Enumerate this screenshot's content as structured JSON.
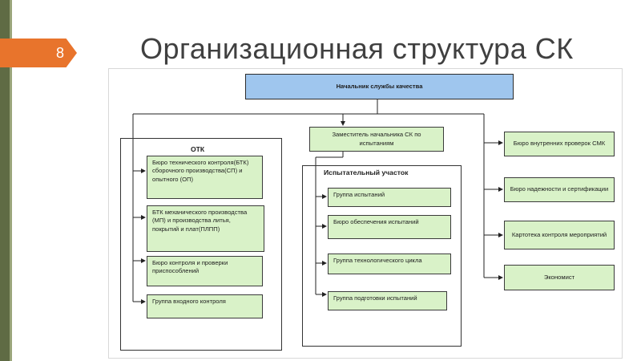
{
  "slide": {
    "number": "8",
    "title": "Организационная структура СК"
  },
  "chart": {
    "head": "Начальник службы качества",
    "deputy": "Заместитель начальника СК по испытаниям",
    "otk": {
      "label": "ОТК",
      "items": [
        "Бюро технического контроля(БТК) сборочного производства(СП) и опытного (ОП)",
        "БТК механического производства (МП) и производства литья, покрытий и плат(ПЛПП)",
        "Бюро контроля и проверки приспособлений",
        "Группа входного контроля"
      ]
    },
    "test_area": {
      "label": "Испытательный участок",
      "items": [
        "Группа испытаний",
        "Бюро обеспечения испытаний",
        "Группа технологического цикла",
        "Группа подготовки испытаний"
      ]
    },
    "right": [
      "Бюро внутренних проверок СМК",
      "Бюро надежности и сертификации",
      "Картотека контроля мероприятий",
      "Экономист"
    ]
  },
  "colors": {
    "head_fill": "#9fc6ee",
    "box_fill": "#d9f2c8",
    "slide_number_bg": "#e8742c",
    "strip": "#5f6b44"
  }
}
